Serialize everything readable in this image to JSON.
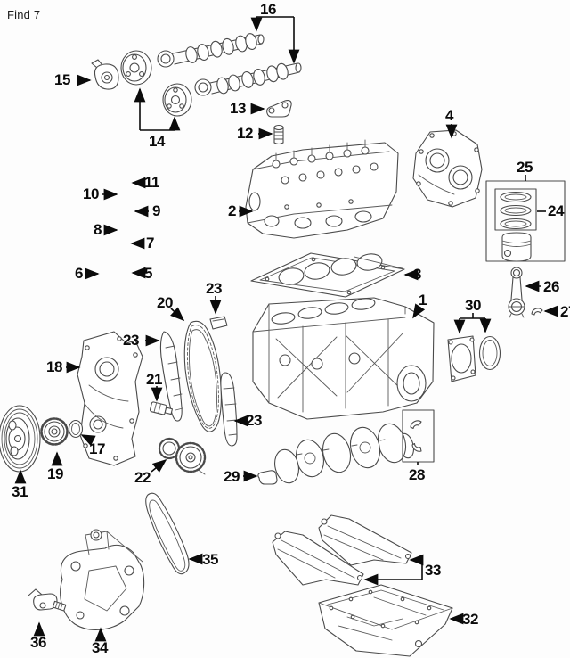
{
  "header": {
    "title": "Find 7"
  },
  "colors": {
    "line": "#4a4a4a",
    "label": "#0b0b0b",
    "background": "#fdfdfd"
  },
  "callouts": {
    "c1": "1",
    "c2": "2",
    "c3": "3",
    "c4": "4",
    "c5": "5",
    "c6": "6",
    "c7": "7",
    "c8": "8",
    "c9": "9",
    "c10": "10",
    "c11": "11",
    "c12": "12",
    "c13": "13",
    "c14": "14",
    "c15": "15",
    "c16": "16",
    "c17": "17",
    "c18": "18",
    "c19": "19",
    "c20": "20",
    "c21": "21",
    "c22": "22",
    "c23a": "23",
    "c23b": "23",
    "c23c": "23",
    "c24": "24",
    "c25": "25",
    "c26": "26",
    "c27": "27",
    "c28": "28",
    "c29": "29",
    "c30": "30",
    "c31": "31",
    "c32": "32",
    "c33": "33",
    "c34": "34",
    "c35": "35",
    "c36": "36"
  }
}
